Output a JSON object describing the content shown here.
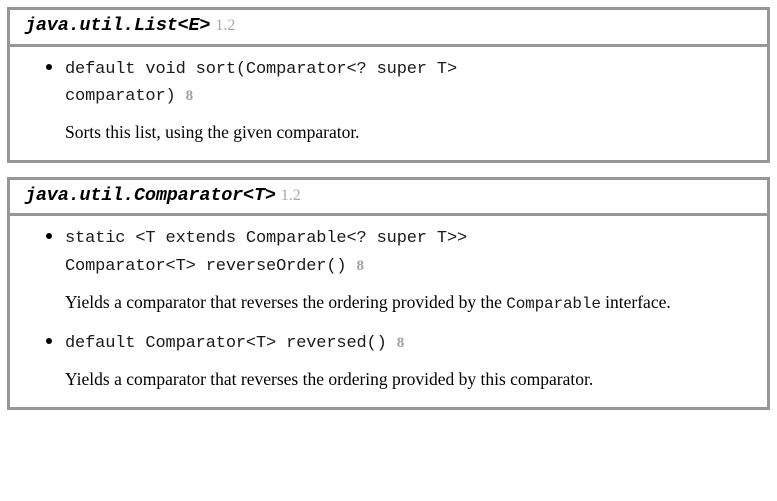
{
  "boxes": [
    {
      "header": {
        "class_name": "java.util.List<E>",
        "since": "1.2"
      },
      "methods": [
        {
          "signature": "default void sort(Comparator<? super T>\ncomparator)",
          "version": "8",
          "description_before": "Sorts this list, using the given comparator.",
          "description_code": "",
          "description_after": ""
        }
      ]
    },
    {
      "header": {
        "class_name": "java.util.Comparator<T>",
        "since": "1.2"
      },
      "methods": [
        {
          "signature": "static <T extends Comparable<? super T>>\nComparator<T> reverseOrder()",
          "version": "8",
          "description_before": "Yields a comparator that reverses the ordering provided by the ",
          "description_code": "Comparable",
          "description_after": " interface."
        },
        {
          "signature": "default Comparator<T> reversed()",
          "version": "8",
          "description_before": "Yields a comparator that reverses the ordering provided by this comparator.",
          "description_code": "",
          "description_after": ""
        }
      ]
    }
  ]
}
